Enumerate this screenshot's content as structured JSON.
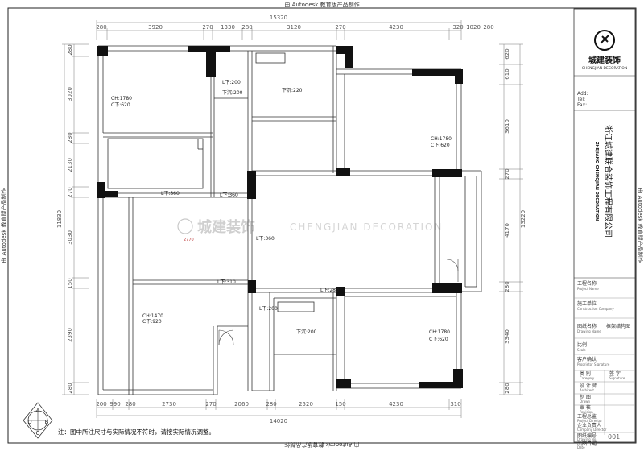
{
  "watermark": "由 Autodesk 教育版产品制作",
  "brand": {
    "name_cn": "城建装饰",
    "name_en": "CHENGJIAN DECORATION",
    "company_cn": "浙江城建联合装饰工程有限公司",
    "company_en": "ZHEJIANG CHENGJIAN DECORATION",
    "center_mark_cn": "城建装饰",
    "center_mark_en": "CHENGJIAN DECORATION"
  },
  "contact": {
    "add": "Add:",
    "tel": "Tel:",
    "fax": "Fax:"
  },
  "title_block": {
    "project_cn": "工程名称",
    "project_en": "Project Name",
    "construction_cn": "施工单位",
    "construction_en": "Construction Company",
    "drawing_cn": "图纸名称",
    "drawing_en": "Drawing Name",
    "drawing_value": "框架结构图",
    "scale_cn": "比例",
    "scale_en": "Scale",
    "owner_cn": "客户确认",
    "owner_en": "Proprietor Signature",
    "category_cn": "类 别",
    "category_en": "Category",
    "sign_cn": "签 字",
    "sign_en": "Signature",
    "architect_cn": "设 计 师",
    "architect_en": "Architect",
    "draw_cn": "制 图",
    "draw_en": "Drawn",
    "revision_cn": "审 核",
    "revision_en": "Revision",
    "director_cn": "工程总监",
    "director_en": "Project Director",
    "company_cn": "企业负责人",
    "company_en": "Company Director",
    "number_cn": "图纸编号",
    "number_en": "Drawing No.",
    "number_value": "001",
    "date_cn": "出图日期",
    "date_en": "Date"
  },
  "note": "注：图中所注尺寸与实际情况不符时，请按实际情况调整。",
  "compass": [
    "A",
    "B",
    "C",
    "D"
  ],
  "dimensions": {
    "top_total": "15320",
    "top": [
      "280",
      "3920",
      "270",
      "1330",
      "280",
      "3120",
      "270",
      "4230",
      "320",
      "1020",
      "280"
    ],
    "bottom_total": "14020",
    "bottom": [
      "200",
      "990",
      "280",
      "2730",
      "270",
      "2060",
      "280",
      "2520",
      "150",
      "4230",
      "310"
    ],
    "left_total": "11830",
    "left": [
      "280",
      "3020",
      "280",
      "2130",
      "270",
      "3030",
      "150",
      "2390",
      "280"
    ],
    "right_total": "13220",
    "right": [
      "620",
      "610",
      "3610",
      "270",
      "4170",
      "280",
      "3340",
      "280"
    ]
  },
  "rooms": {
    "r1": "L下:200",
    "r2": "下沉:200",
    "r3": "下沉:220",
    "r4": "CH:1780",
    "r5": "C下:620",
    "r6": "CH:1780",
    "r7": "C下:620",
    "r8": "L下:360",
    "r9": "L下:360",
    "r10": "2770",
    "r11": "L下:360",
    "r12": "L下:310",
    "r13": "L下:280",
    "r14": "CH:1470",
    "r15": "C下:920",
    "r16": "L下:200",
    "r17": "下沉:200",
    "r18": "CH:1780",
    "r19": "C下:620"
  }
}
